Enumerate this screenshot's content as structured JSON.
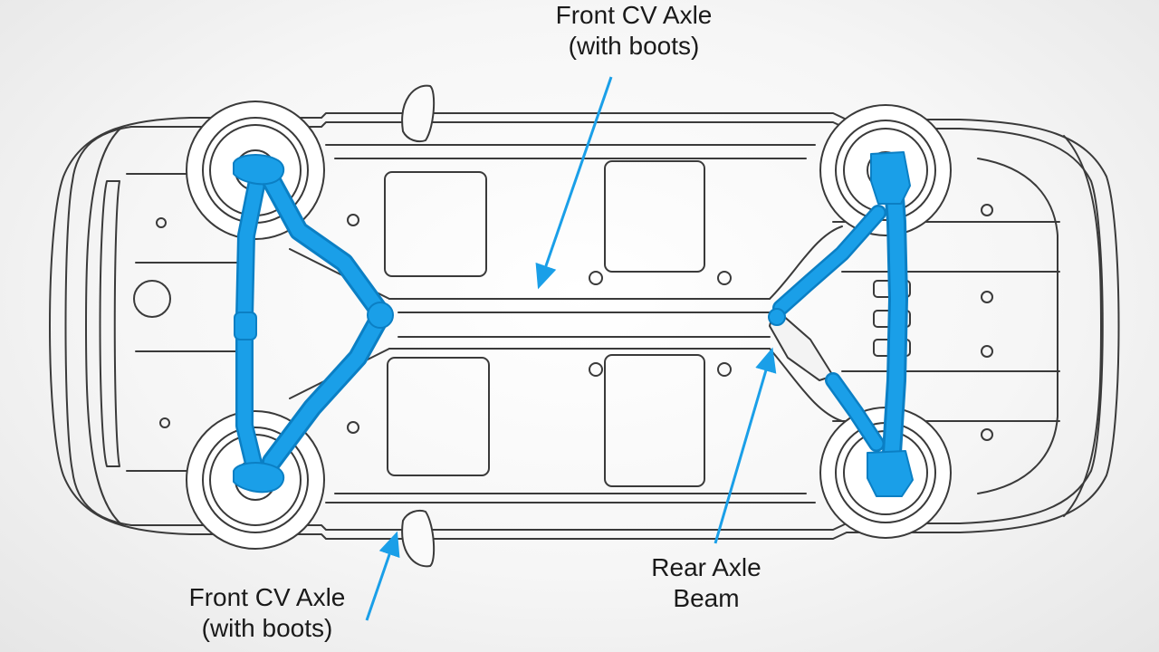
{
  "colors": {
    "background": "#f4f4f4",
    "outline": "#3a3a3a",
    "axle_highlight": "#1a9fe8",
    "axle_highlight_dark": "#0b7fc4",
    "leader_arrow": "#1a9fe8",
    "text": "#1a1a1a"
  },
  "callouts": {
    "front_cv_top": {
      "line1": "Front CV Axle",
      "line2": "(with boots)"
    },
    "front_cv_bottom": {
      "line1": "Front CV Axle",
      "line2": "(with boots)"
    },
    "rear_axle_beam": {
      "line1": "Rear Axle",
      "line2": "Beam"
    }
  },
  "icons": [
    "arrow-head-icon"
  ]
}
